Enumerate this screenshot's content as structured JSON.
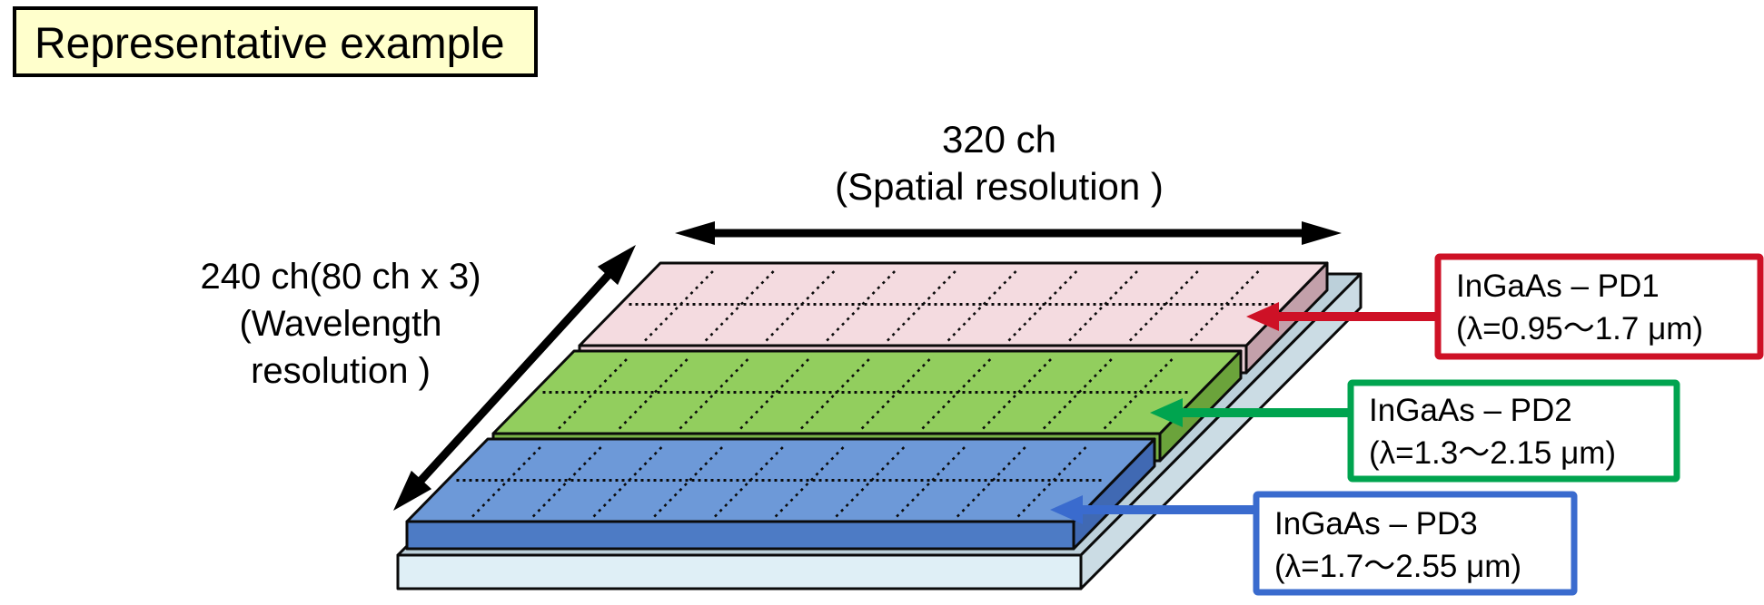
{
  "title_box": {
    "label": "Representative example",
    "fill_color": "#FFFFCC",
    "border_color": "#000000"
  },
  "spatial_axis": {
    "value": "320 ch",
    "caption": "(Spatial resolution )"
  },
  "wavelength_axis": {
    "value": "240 ch(80 ch x 3)",
    "caption_line1": "(Wavelength",
    "caption_line2": "resolution )"
  },
  "detectors": [
    {
      "id": "PD1",
      "label": "InGaAs – PD1",
      "wavelength_range": "(λ=0.95〜1.7 μm)",
      "accent_color": "#CE1126",
      "band_top_color": "#F4DBE0",
      "band_side_color": "#C3A0AA",
      "band_front_color": "#ECD0D7"
    },
    {
      "id": "PD2",
      "label": "InGaAs – PD2",
      "wavelength_range": "(λ=1.3〜2.15 μm)",
      "accent_color": "#00A44F",
      "band_top_color": "#92CE5E",
      "band_side_color": "#6BA33B",
      "band_front_color": "#79B346"
    },
    {
      "id": "PD3",
      "label": "InGaAs – PD3",
      "wavelength_range": "(λ=1.7〜2.55 μm)",
      "accent_color": "#3A6BCE",
      "band_top_color": "#6D99D8",
      "band_side_color": "#4069B3",
      "band_front_color": "#4D7BC5"
    }
  ],
  "substrate": {
    "top_color": "#BCD0DA",
    "front_color": "#DFEFF6",
    "side_color": "#CBDCE4"
  }
}
